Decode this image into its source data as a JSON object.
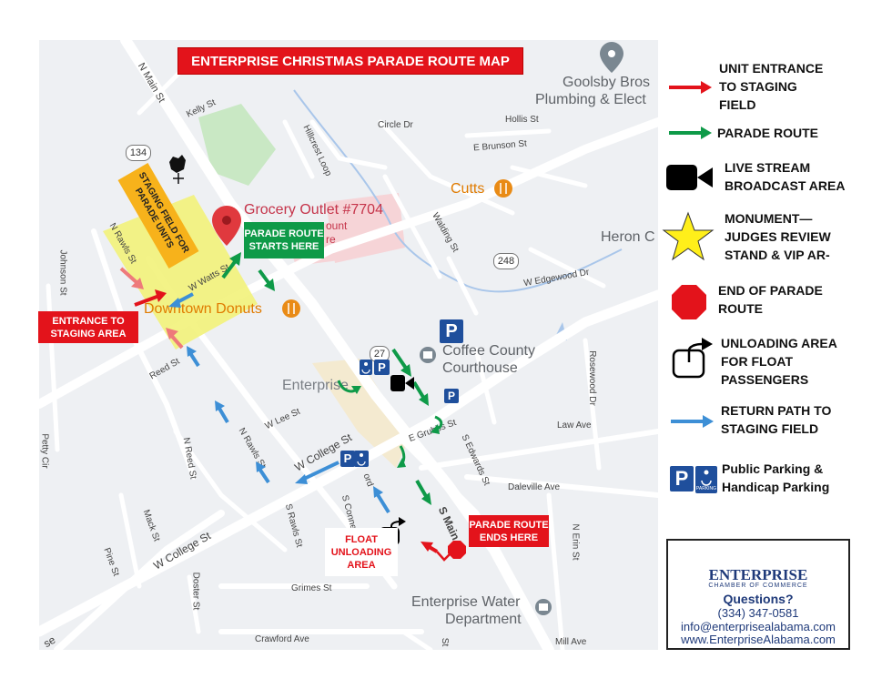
{
  "title": "ENTERPRISE CHRISTMAS PARADE ROUTE MAP",
  "map_labels": {
    "poi_grocery": "Grocery Outlet #7704",
    "poi_grocery_sub1": "ount",
    "poi_grocery_sub2": "re",
    "poi_goolsby1": "Goolsby Bros",
    "poi_goolsby2": "Plumbing & Elect",
    "poi_cutts": "Cutts",
    "poi_heron": "Heron C",
    "poi_donuts": "Downtown Donuts",
    "poi_courthouse1": "Coffee County",
    "poi_courthouse2": "Courthouse",
    "poi_enterprise": "Enterprise",
    "poi_water1": "Enterprise Water",
    "poi_water2": "Department",
    "route_134": "134",
    "route_248": "248",
    "route_27": "27",
    "st_n_main": "N Main St",
    "st_kelly": "Kelly St",
    "st_circle": "Circle Dr",
    "st_hollis": "Hollis St",
    "st_e_brunson": "E Brunson St",
    "st_hillcrest": "Hillcrest Loop",
    "st_walding": "Walding St",
    "st_w_edgewood": "W Edgewood Dr",
    "st_n_rawls_top": "N Rawls St",
    "st_johnson": "Johnson St",
    "st_w_watts": "W Watts St",
    "st_reed": "Reed St",
    "st_w_lee": "W Lee St",
    "st_n_reed": "N Reed St",
    "st_n_rawls": "N Rawls St",
    "st_w_college": "W College St",
    "st_w_college2": "W College St",
    "st_s_rawls": "S Rawls St",
    "st_s_conner": "S Conner St",
    "st_mack": "Mack St",
    "st_pine": "Pine St",
    "st_petty": "Petty Cir",
    "st_doster": "Doster St",
    "st_grimes": "Grimes St",
    "st_crawford": "Crawford Ave",
    "st_e_grubbs": "E Grubbs St",
    "st_s_edwards": "S Edwards St",
    "st_s_main": "S Main",
    "st_law": "Law Ave",
    "st_rosewood": "Rosewood Dr",
    "st_daleville": "Daleville Ave",
    "st_n_erin": "N Erin St",
    "st_mill": "Mill Ave",
    "st_se": "se",
    "st_ord": "ord",
    "st_st": "St"
  },
  "callouts": {
    "staging_field": "STAGING FIELD FOR PARADE UNITS",
    "entrance": "ENTRANCE TO STAGING AREA",
    "route_starts": "PARADE ROUTE STARTS HERE",
    "float_unloading": "FLOAT UNLOADING AREA",
    "route_ends": "PARADE ROUTE ENDS HERE"
  },
  "legend": [
    {
      "icon": "red-arrow-icon",
      "text": "UNIT ENTRANCE TO STAGING FIELD",
      "color": "#e3131b"
    },
    {
      "icon": "green-arrow-icon",
      "text": "PARADE ROUTE",
      "color": "#0e9a48"
    },
    {
      "icon": "video-camera-icon",
      "text": "LIVE STREAM BROADCAST AREA",
      "color": "#000000"
    },
    {
      "icon": "star-icon",
      "text": "MONUMENT— JUDGES REVIEW STAND & VIP AR-",
      "color": "#ffef1a"
    },
    {
      "icon": "octagon-icon",
      "text": "END OF PARADE ROUTE",
      "color": "#e3131b"
    },
    {
      "icon": "unload-arrow-icon",
      "text": "UNLOADING AREA FOR FLOAT PASSENGERS",
      "color": "#000000"
    },
    {
      "icon": "blue-arrow-icon",
      "text": "RETURN PATH TO STAGING FIELD",
      "color": "#3d8fd6"
    },
    {
      "icon": "parking-icon",
      "text": "Public Parking & Handicap Parking",
      "color": "#1f4f9c"
    }
  ],
  "legend_lines": [
    [
      "UNIT ENTRANCE",
      "TO STAGING",
      "FIELD"
    ],
    [
      "PARADE ROUTE"
    ],
    [
      "LIVE STREAM",
      "BROADCAST AREA"
    ],
    [
      "MONUMENT—",
      "JUDGES REVIEW",
      "STAND & VIP AR-"
    ],
    [
      "END OF PARADE",
      "ROUTE"
    ],
    [
      "UNLOADING AREA",
      "FOR FLOAT",
      "PASSENGERS"
    ],
    [
      "RETURN PATH TO",
      "STAGING FIELD"
    ],
    [
      "Public Parking &",
      "Handicap Parking"
    ]
  ],
  "contact": {
    "org": "ENTERPRISE",
    "org_sub": "CHAMBER OF COMMERCE",
    "questions": "Questions?",
    "phone": "(334) 347-0581",
    "email": "info@enterprisealabama.com",
    "website": "www.EnterpriseAlabama.com"
  },
  "parking_letter": "P",
  "parking_badge": "PARKING",
  "colors": {
    "map_bg": "#eef0f3",
    "road": "#ffffff",
    "road_major": "#f4f5f7",
    "park": "#c9e8c4",
    "staging": "#f2f27a",
    "red": "#e3131b",
    "green": "#0e9a48",
    "blue": "#3d8fd6",
    "parking": "#1f4f9c",
    "water": "#a9c6ea"
  }
}
